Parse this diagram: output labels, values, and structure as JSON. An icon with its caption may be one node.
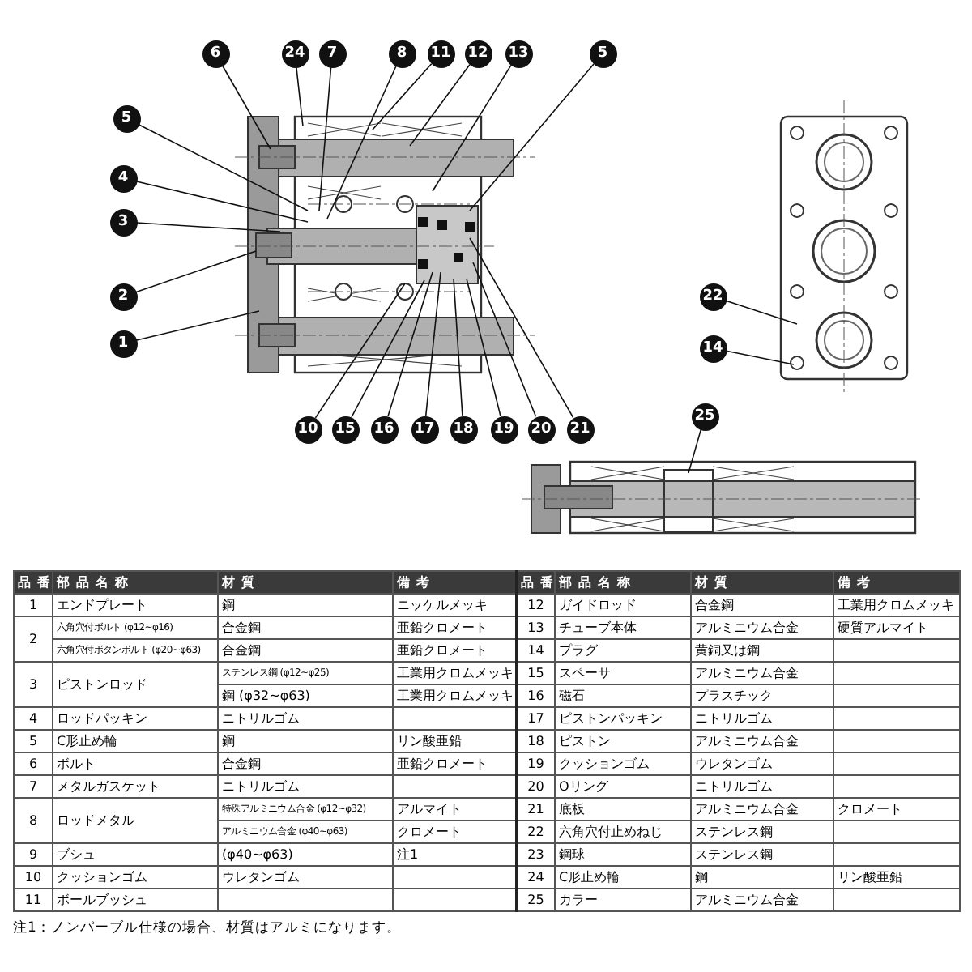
{
  "diagram": {
    "nodes": [
      {
        "text": [
          "6"
        ]
      },
      {
        "text": [
          "24"
        ]
      },
      {
        "text": [
          "7"
        ]
      },
      {
        "text": [
          "8"
        ]
      },
      {
        "text": [
          "11"
        ]
      },
      {
        "text": [
          "12"
        ]
      },
      {
        "text": [
          "13"
        ]
      },
      {
        "text": [
          "5"
        ]
      },
      {
        "text": [
          "5"
        ]
      },
      {
        "text": [
          "4"
        ]
      },
      {
        "text": [
          "3"
        ]
      },
      {
        "text": [
          "2"
        ]
      },
      {
        "text": [
          "1"
        ]
      },
      {
        "text": [
          "10"
        ]
      },
      {
        "text": [
          "15"
        ]
      },
      {
        "text": [
          "16"
        ]
      },
      {
        "text": [
          "17"
        ]
      },
      {
        "text": [
          "18"
        ]
      },
      {
        "text": [
          "19"
        ]
      },
      {
        "text": [
          "20"
        ]
      },
      {
        "text": [
          "21"
        ]
      },
      {
        "text": [
          "22"
        ]
      },
      {
        "text": [
          "14"
        ]
      },
      {
        "text": [
          "25"
        ]
      }
    ],
    "edges": [
      {
        "from": 0,
        "to": null,
        "arrow": "none"
      },
      {
        "from": 1,
        "to": null,
        "arrow": "none"
      },
      {
        "from": 2,
        "to": null,
        "arrow": "none"
      },
      {
        "from": 3,
        "to": null,
        "arrow": "none"
      },
      {
        "from": 4,
        "to": null,
        "arrow": "none"
      },
      {
        "from": 5,
        "to": null,
        "arrow": "none"
      },
      {
        "from": 6,
        "to": null,
        "arrow": "none"
      },
      {
        "from": 7,
        "to": null,
        "arrow": "none"
      },
      {
        "from": 8,
        "to": null,
        "arrow": "none"
      },
      {
        "from": 9,
        "to": null,
        "arrow": "none"
      },
      {
        "from": 10,
        "to": null,
        "arrow": "none"
      },
      {
        "from": 11,
        "to": null,
        "arrow": "none"
      },
      {
        "from": 12,
        "to": null,
        "arrow": "none"
      },
      {
        "from": 13,
        "to": null,
        "arrow": "none"
      },
      {
        "from": 14,
        "to": null,
        "arrow": "none"
      },
      {
        "from": 15,
        "to": null,
        "arrow": "none"
      },
      {
        "from": 16,
        "to": null,
        "arrow": "none"
      },
      {
        "from": 17,
        "to": null,
        "arrow": "none"
      },
      {
        "from": 18,
        "to": null,
        "arrow": "none"
      },
      {
        "from": 19,
        "to": null,
        "arrow": "none"
      },
      {
        "from": 20,
        "to": null,
        "arrow": "none"
      },
      {
        "from": 21,
        "to": null,
        "arrow": "none"
      },
      {
        "from": 22,
        "to": null,
        "arrow": "none"
      },
      {
        "from": 23,
        "to": null,
        "arrow": "none"
      }
    ],
    "labels": [
      "品番",
      "部品名称",
      "材質",
      "備考",
      "品番",
      "部品名称",
      "材質",
      "備考",
      "1",
      "エンドプレート",
      "鋼",
      "ニッケルメッキ",
      "12",
      "ガイドロッド",
      "合金鋼",
      "工業用クロムメッキ",
      "2",
      "六角穴付ボルト (φ12~φ16)",
      "合金鋼",
      "亜鉛クロメート",
      "13",
      "チューブ本体",
      "アルミニウム合金",
      "硬質アルマイト",
      "六角穴付ボタンボルト (φ20~φ63)",
      "合金鋼",
      "亜鉛クロメート",
      "14",
      "プラグ",
      "黄銅又は鋼",
      "3",
      "ピストンロッド",
      "ステンレス鋼 (φ12~φ25)",
      "工業用クロムメッキ",
      "15",
      "スペーサ",
      "アルミニウム合金",
      "鋼 (φ32~φ63)",
      "工業用クロムメッキ",
      "16",
      "磁石",
      "プラスチック",
      "4",
      "ロッドパッキン",
      "ニトリルゴム",
      "17",
      "ピストンパッキン",
      "ニトリルゴム",
      "5",
      "C形止め輪",
      "鋼",
      "リン酸亜鉛",
      "18",
      "ピストン",
      "アルミニウム合金",
      "6",
      "ボルト",
      "合金鋼",
      "亜鉛クロメート",
      "19",
      "クッションゴム",
      "ウレタンゴム",
      "7",
      "メタルガスケット",
      "ニトリルゴム",
      "20",
      "Oリング",
      "ニトリルゴム",
      "8",
      "ロッドメタル",
      "特殊アルミニウム合金 (φ12~φ32)",
      "アルマイト",
      "21",
      "底板",
      "アルミニウム合金",
      "クロメート",
      "アルミニウム合金 (φ40~φ63)",
      "クロメート",
      "22",
      "六角穴付止めねじ",
      "ステンレス鋼",
      "9",
      "ブシュ",
      "(φ40~φ63)",
      "注1",
      "23",
      "鋼球",
      "ステンレス鋼",
      "10",
      "クッションゴム",
      "ウレタンゴム",
      "24",
      "C形止め輪",
      "鋼",
      "リン酸亜鉛",
      "11",
      "ボールブッシュ",
      "25",
      "カラー",
      "アルミニウム合金",
      "注1：ノンパーブル仕様の場合、材質はアルミになります。"
    ]
  }
}
